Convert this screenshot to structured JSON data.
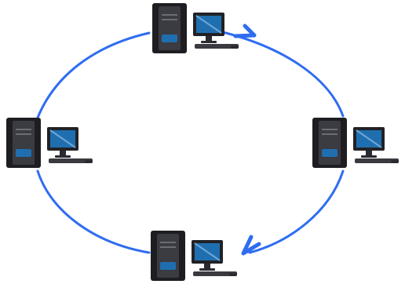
{
  "diagram": {
    "type": "ring-network",
    "colors": {
      "ring": "#2f6df0",
      "tower_body": "#1e1e22",
      "tower_face": "#3b3b42",
      "monitor_frame": "#222226",
      "monitor_screen": "#1f6fb0",
      "keyboard": "#3a3a40"
    },
    "nodes": [
      {
        "id": "top",
        "icon": "desktop-computer-icon"
      },
      {
        "id": "right",
        "icon": "desktop-computer-icon"
      },
      {
        "id": "bottom",
        "icon": "desktop-computer-icon"
      },
      {
        "id": "left",
        "icon": "desktop-computer-icon"
      }
    ],
    "links": [
      {
        "from": "top",
        "to": "right",
        "arrow": true
      },
      {
        "from": "right",
        "to": "bottom",
        "arrow": true
      },
      {
        "from": "bottom",
        "to": "left",
        "arrow": false
      },
      {
        "from": "left",
        "to": "top",
        "arrow": false
      }
    ]
  }
}
